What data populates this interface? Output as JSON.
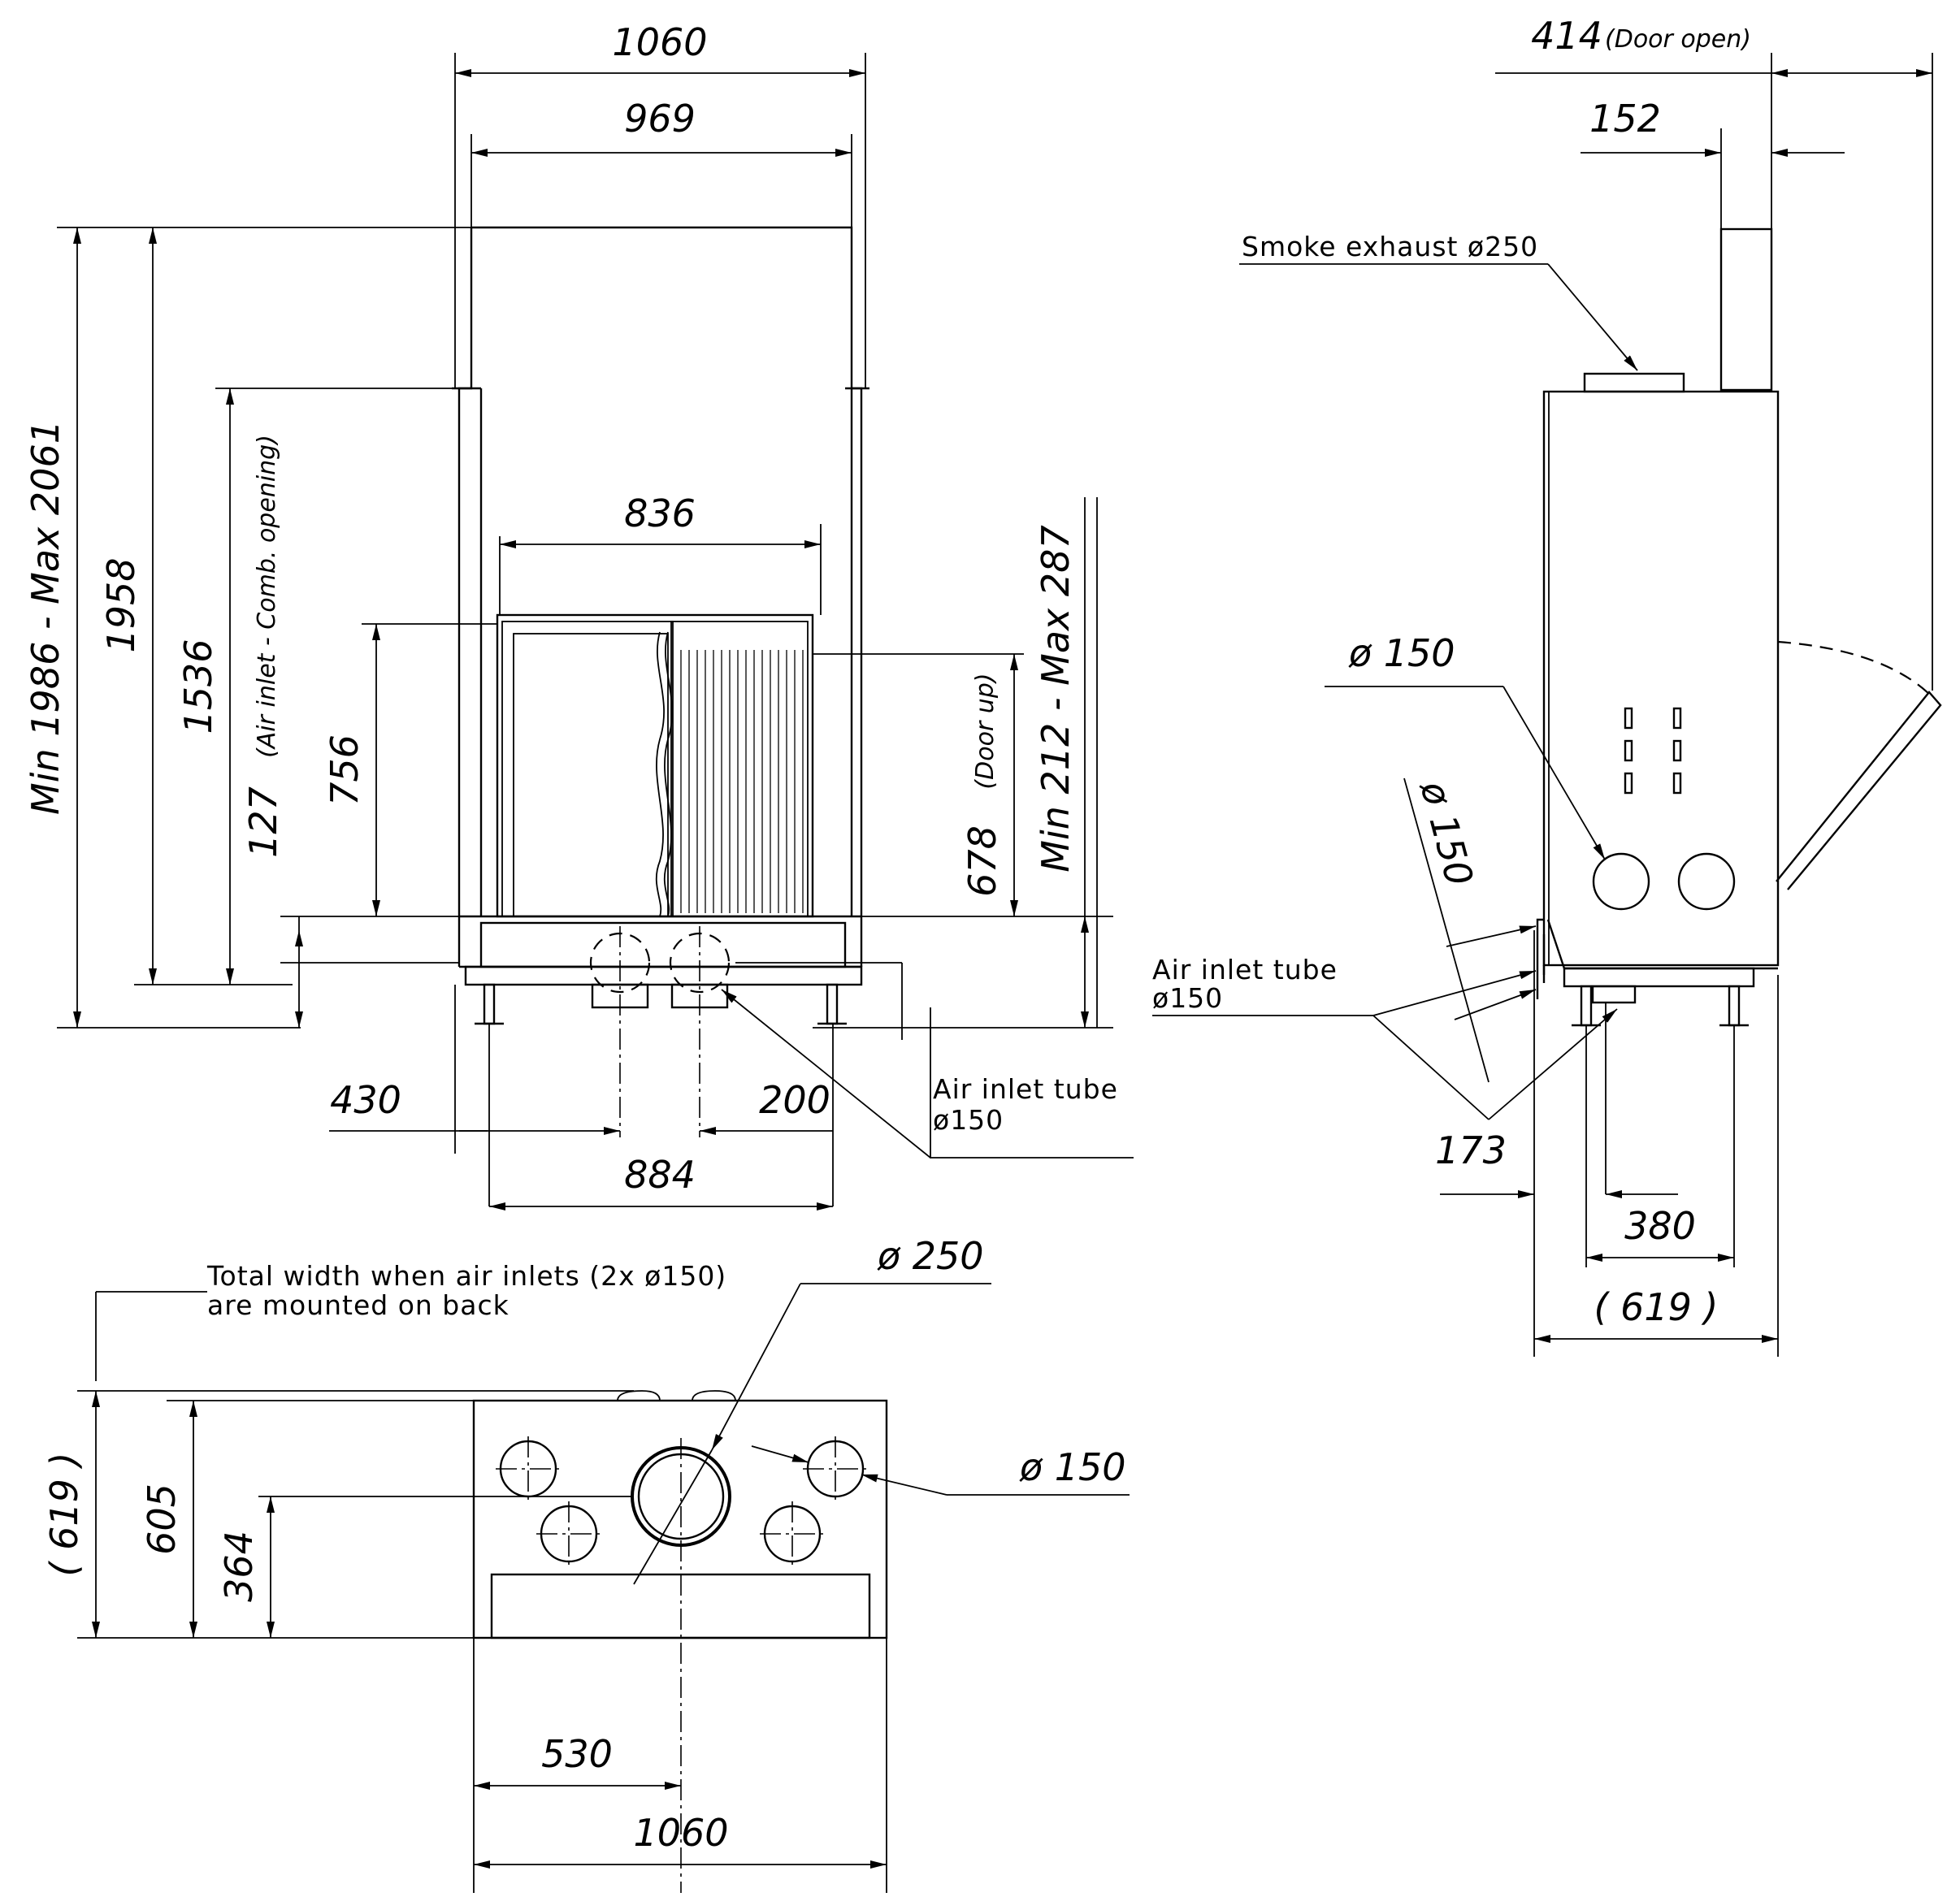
{
  "front_view": {
    "width_overall": "1060",
    "width_inner": "969",
    "height_range": "Min 1986 - Max 2061",
    "height_total": "1958",
    "height_air_inlet": "1536",
    "air_inlet_note": "127",
    "air_inlet_note_sub": "(Air inlet - Comb. opening)",
    "opening_width": "836",
    "opening_height": "756",
    "door_up": "678",
    "door_up_sub": "(Door up)",
    "base_range": "Min 212 - Max 287",
    "offset_left": "430",
    "offset_right": "200",
    "feet_span": "884",
    "air_tube_label": "Air inlet tube",
    "air_tube_dia": "ø150"
  },
  "side_view": {
    "door_open": "414",
    "door_open_sub": "(Door open)",
    "flue_offset": "152",
    "smoke_label": "Smoke exhaust ø250",
    "dia_150_a": "ø 150",
    "dia_150_b": "ø 150",
    "air_tube_label": "Air inlet tube",
    "air_tube_dia": "ø150",
    "back_offset": "173",
    "feet_span": "380",
    "depth_total": "( 619 )"
  },
  "top_view": {
    "note_line1": "Total width when air inlets (2x ø150)",
    "note_line2": "are mounted on back",
    "dia_250": "ø 250",
    "dia_150": "ø 150",
    "depth_total": "( 619 )",
    "depth": "605",
    "center_depth": "364",
    "center_offset": "530",
    "width": "1060"
  }
}
